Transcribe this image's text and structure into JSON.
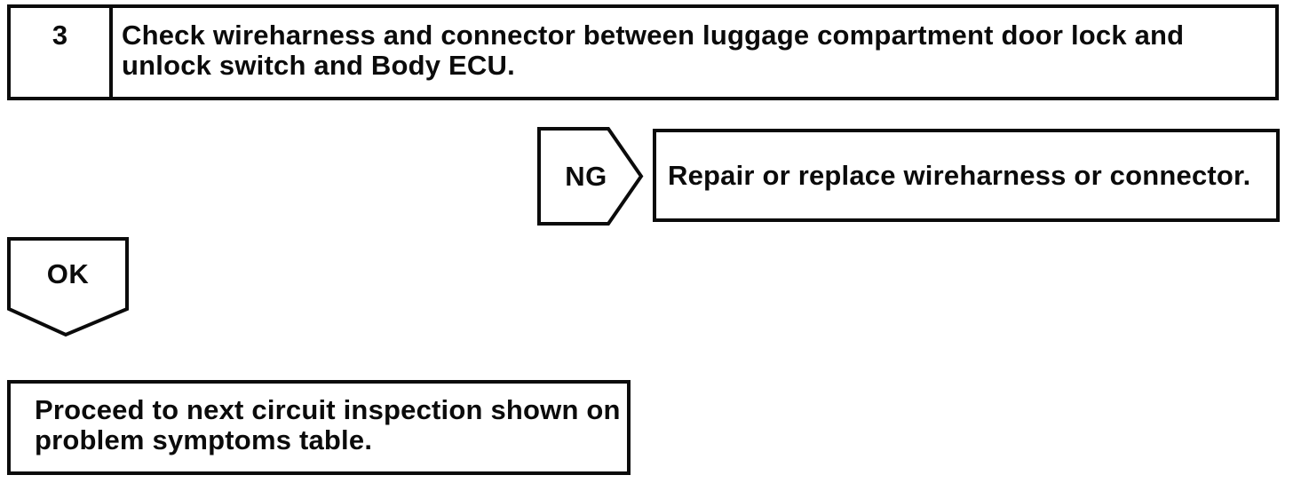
{
  "flowchart": {
    "colors": {
      "ink": "#0b0b0b",
      "paper": "#ffffff"
    },
    "step": {
      "number": "3",
      "instruction": "Check wireharness and connector between luggage compartment door lock and unlock switch and Body ECU.",
      "lines": [
        "Check wireharness and connector between luggage compartment door lock and",
        "unlock switch and Body ECU."
      ]
    },
    "ng_branch": {
      "label": "NG",
      "action": "Repair or replace wireharness or connector."
    },
    "ok_branch": {
      "label": "OK",
      "action": "Proceed to next circuit inspection shown on problem symptoms table.",
      "lines": [
        "Proceed to next circuit inspection shown on",
        "problem symptoms table."
      ]
    }
  }
}
